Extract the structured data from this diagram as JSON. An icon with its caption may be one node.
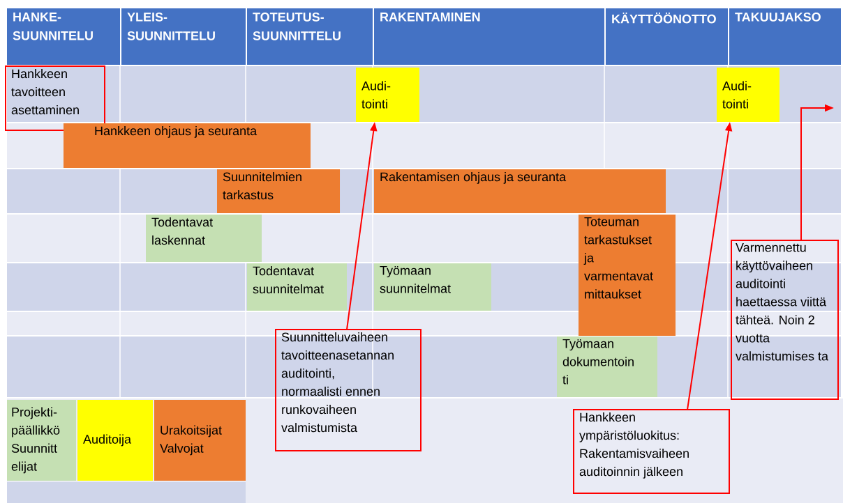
{
  "diagram": {
    "nodes": [
      {
        "text": [
          "HANKE- SUUNNITELU"
        ]
      },
      {
        "text": [
          "YLEIS- SUUNNITTELU"
        ]
      },
      {
        "text": [
          "TOTEUTUS- SUUNNITTELU"
        ]
      },
      {
        "text": [
          "RAKENTAMINEN"
        ]
      },
      {
        "text": [
          "KÄYTTÖÖNOTTO"
        ]
      },
      {
        "text": [
          "TAKUUJAKSO"
        ]
      },
      {
        "text": [
          "Hankkeen tavoitteen asettaminen"
        ]
      },
      {
        "text": [
          "Audi- tointi"
        ]
      },
      {
        "text": [
          "Audi- tointi"
        ]
      },
      {
        "text": [
          "Hankkeen ohjaus ja seuranta"
        ]
      },
      {
        "text": [
          "Suunnitelmien tarkastus"
        ]
      },
      {
        "text": [
          "Rakentamisen ohjaus ja seuranta"
        ]
      },
      {
        "text": [
          "Todentavat laskennat"
        ]
      },
      {
        "text": [
          "Toteuman tarkastukset ja varmentavat mittaukset"
        ]
      },
      {
        "text": [
          "Todentavat suunnitelmat"
        ]
      },
      {
        "text": [
          "Työmaan suunnitelmat"
        ]
      },
      {
        "text": [
          "Suunnitteluvaiheen tavoitteenasetannan auditointi, normaalisti ennen runkovaiheen valmistumista"
        ]
      },
      {
        "text": [
          "Työmaan dokumentoin ti"
        ]
      },
      {
        "text": [
          "Varmennettu käyttövaiheen auditointi haettaessa viittä tähteä. Noin 2 vuotta valmistumises ta"
        ]
      },
      {
        "text": [
          "Projekti- päällikkö Suunnitt elijat"
        ]
      },
      {
        "text": [
          "Auditoija"
        ]
      },
      {
        "text": [
          "Urakoitsijat Valvojat"
        ]
      },
      {
        "text": [
          "Hankkeen ympäristöluokitus: Rakentamisvaiheen auditoinnin jälkeen"
        ]
      }
    ],
    "edges": [
      {
        "from": 16,
        "to": 7,
        "arrow": "to"
      },
      {
        "from": 22,
        "to": 8,
        "arrow": "to"
      },
      {
        "from": 18,
        "to": null,
        "arrow": "to"
      }
    ]
  }
}
